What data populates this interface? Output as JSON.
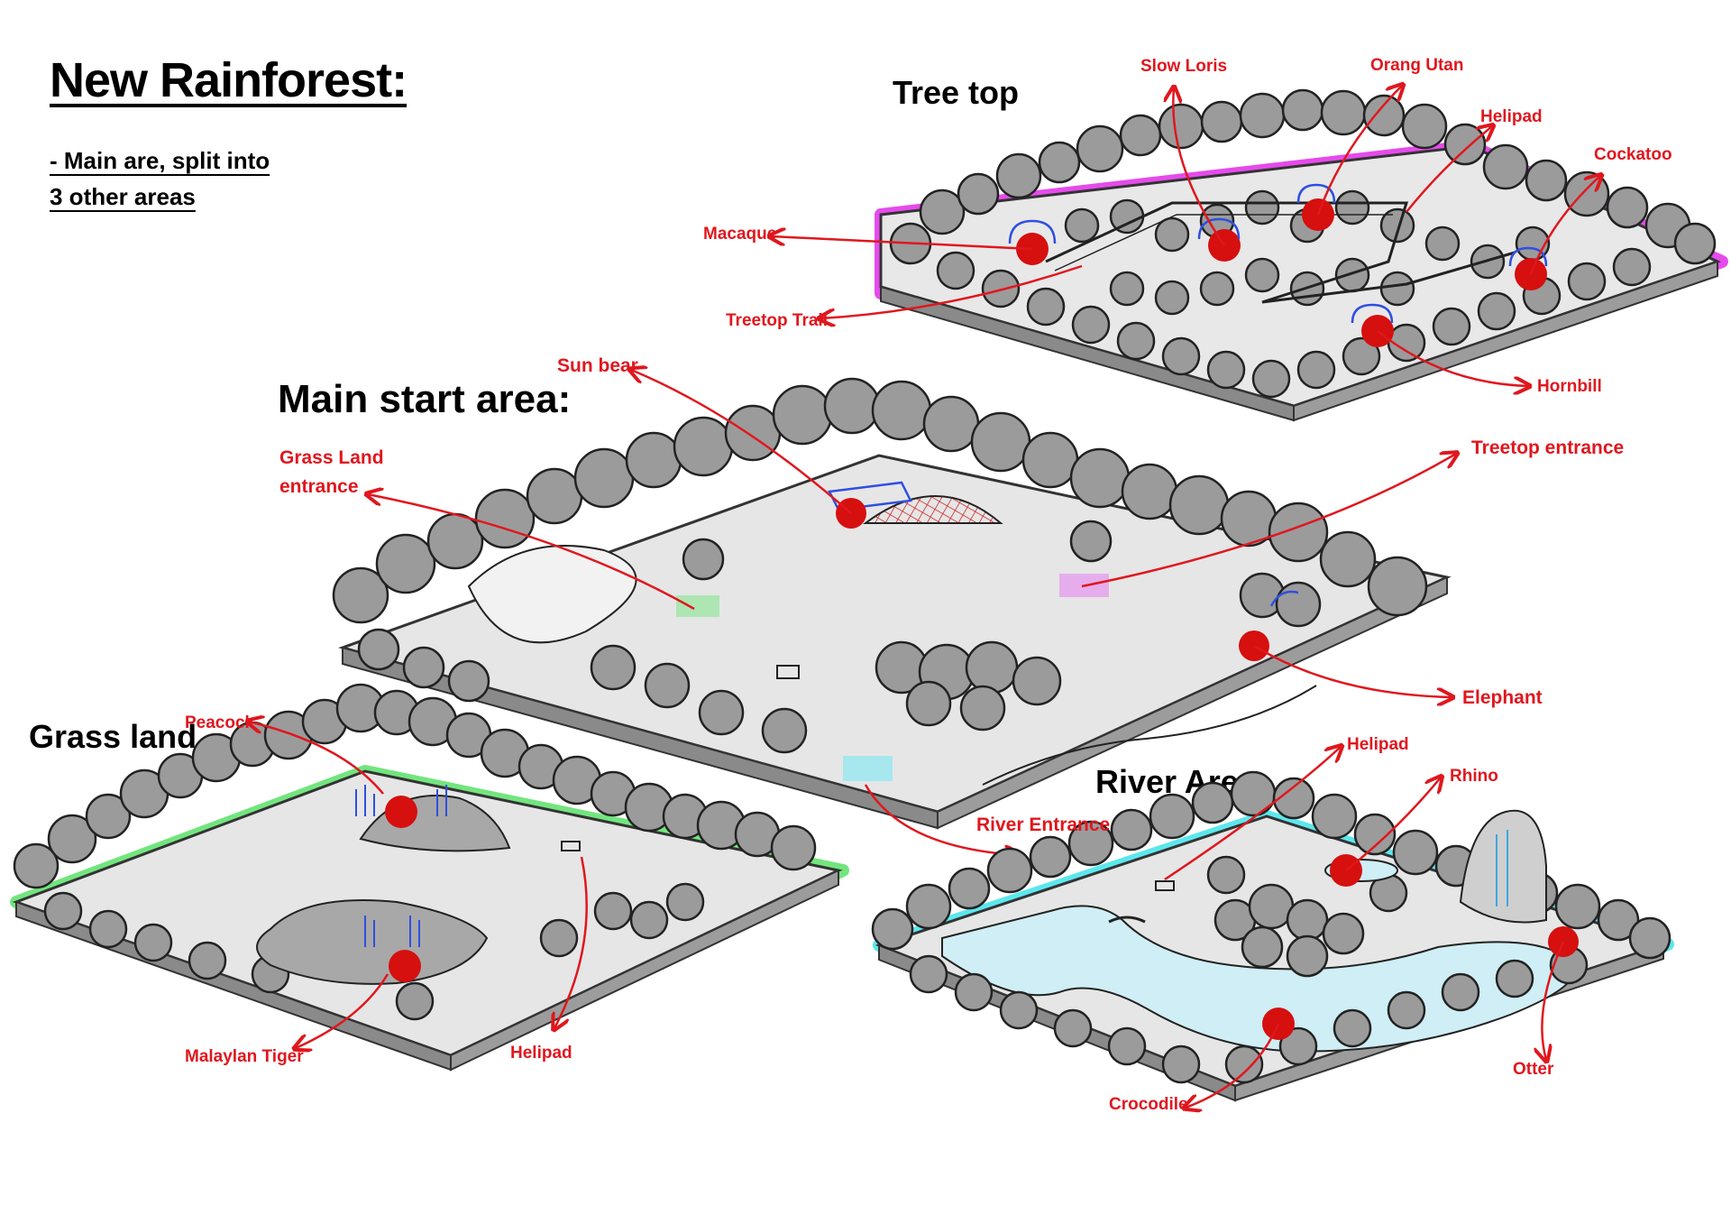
{
  "page": {
    "title": "New Rainforest:",
    "subtitle_lines": [
      "- Main are, split into",
      "3 other areas"
    ]
  },
  "areas": {
    "tree_top": {
      "title": "Tree top",
      "outline_color": "#e02be8",
      "labels": {
        "slow_loris": "Slow Loris",
        "orang_utan": "Orang Utan",
        "helipad": "Helipad",
        "cockatoo": "Cockatoo",
        "macaque": "Macaque",
        "treetop_trail": "Treetop Trail",
        "hornbill": "Hornbill"
      }
    },
    "main_start": {
      "title": "Main start area:",
      "labels": {
        "sun_bear": "Sun bear",
        "grass_land_entrance": [
          "Grass Land",
          "entrance"
        ],
        "treetop_entrance": "Treetop entrance",
        "elephant": "Elephant",
        "river_entrance": "River Entrance"
      }
    },
    "grass_land": {
      "title": "Grass land",
      "outline_color": "#59e067",
      "labels": {
        "peacock": "Peacock",
        "malaylan_tiger": "Malaylan Tiger",
        "helipad": "Helipad"
      }
    },
    "river_area": {
      "title": "River Area",
      "outline_color": "#3fe3ea",
      "labels": {
        "helipad": "Helipad",
        "rhino": "Rhino",
        "crocodile": "Crocodile",
        "otter": "Otter"
      }
    }
  },
  "colors": {
    "annotation_red": "#e0171e",
    "marker_red": "#d60f0f",
    "ground": "#e6e6e6",
    "tree_fill": "#9b9b9b",
    "water": "#cfeef5",
    "outline": "#222222"
  }
}
